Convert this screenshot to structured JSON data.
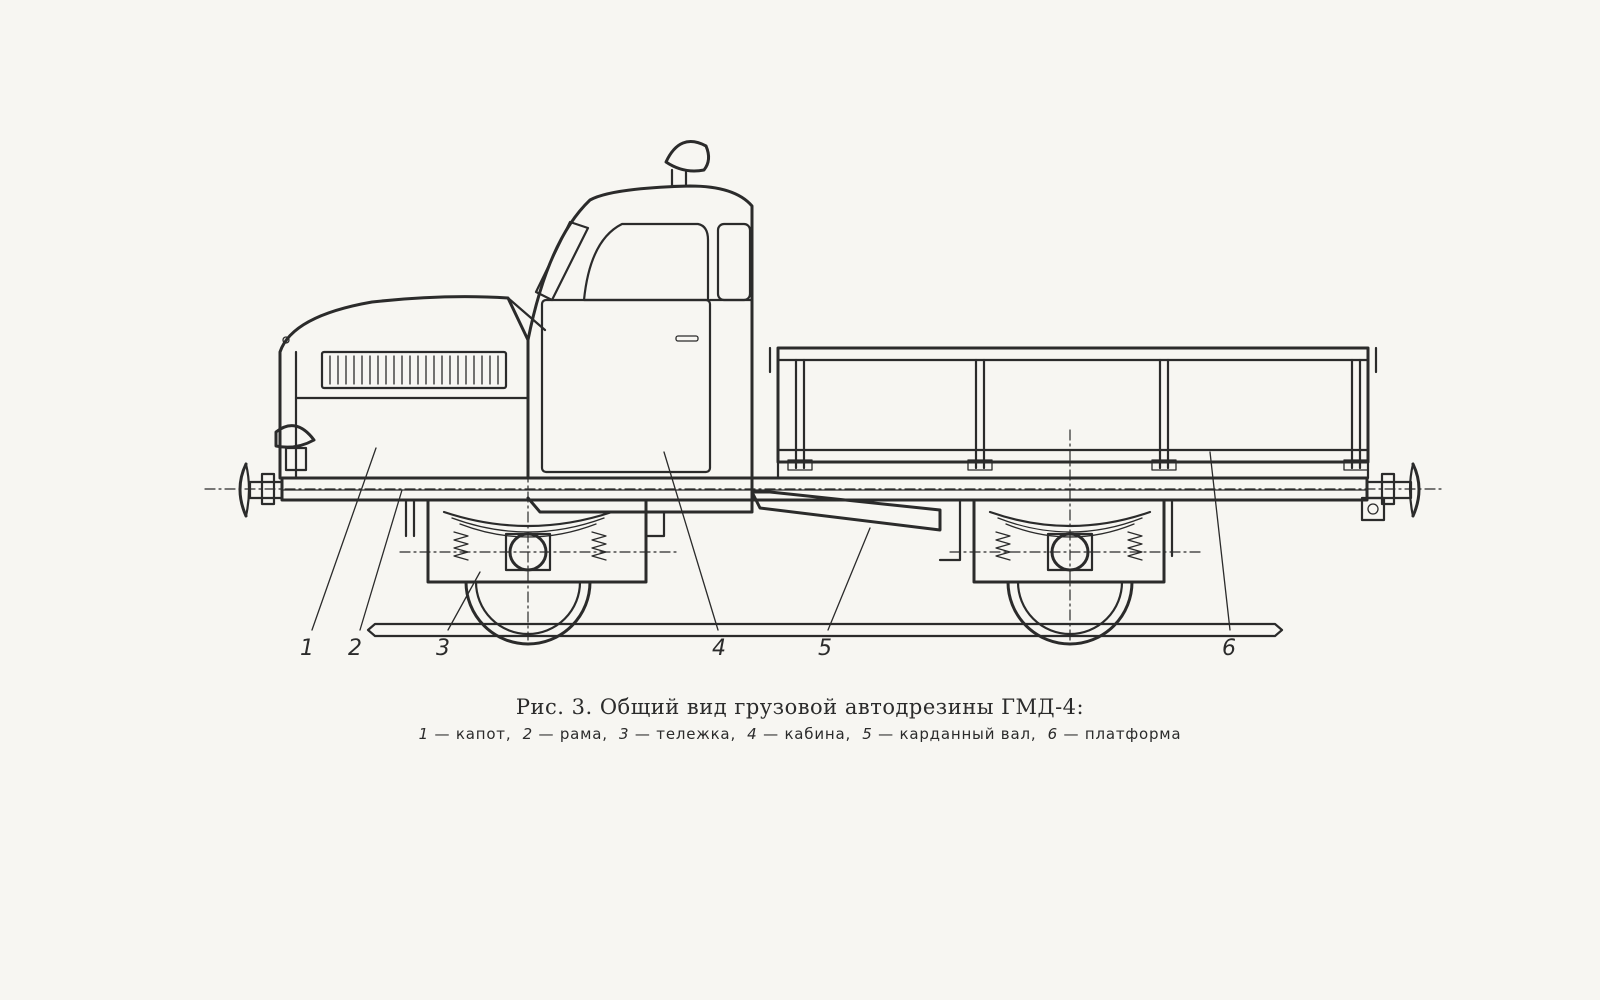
{
  "figure": {
    "caption_title": "Рис. 3. Общий вид грузовой автодрезины ГМД-4:",
    "legend": [
      {
        "num": "1",
        "label": "капот"
      },
      {
        "num": "2",
        "label": "рама"
      },
      {
        "num": "3",
        "label": "тележка"
      },
      {
        "num": "4",
        "label": "кабина"
      },
      {
        "num": "5",
        "label": "карданный вал"
      },
      {
        "num": "6",
        "label": "платформа"
      }
    ],
    "callouts": {
      "c1": "1",
      "c2": "2",
      "c3": "3",
      "c4": "4",
      "c5": "5",
      "c6": "6"
    },
    "ink_color": "#2b2b2b",
    "paper_color": "#f7f6f2"
  }
}
